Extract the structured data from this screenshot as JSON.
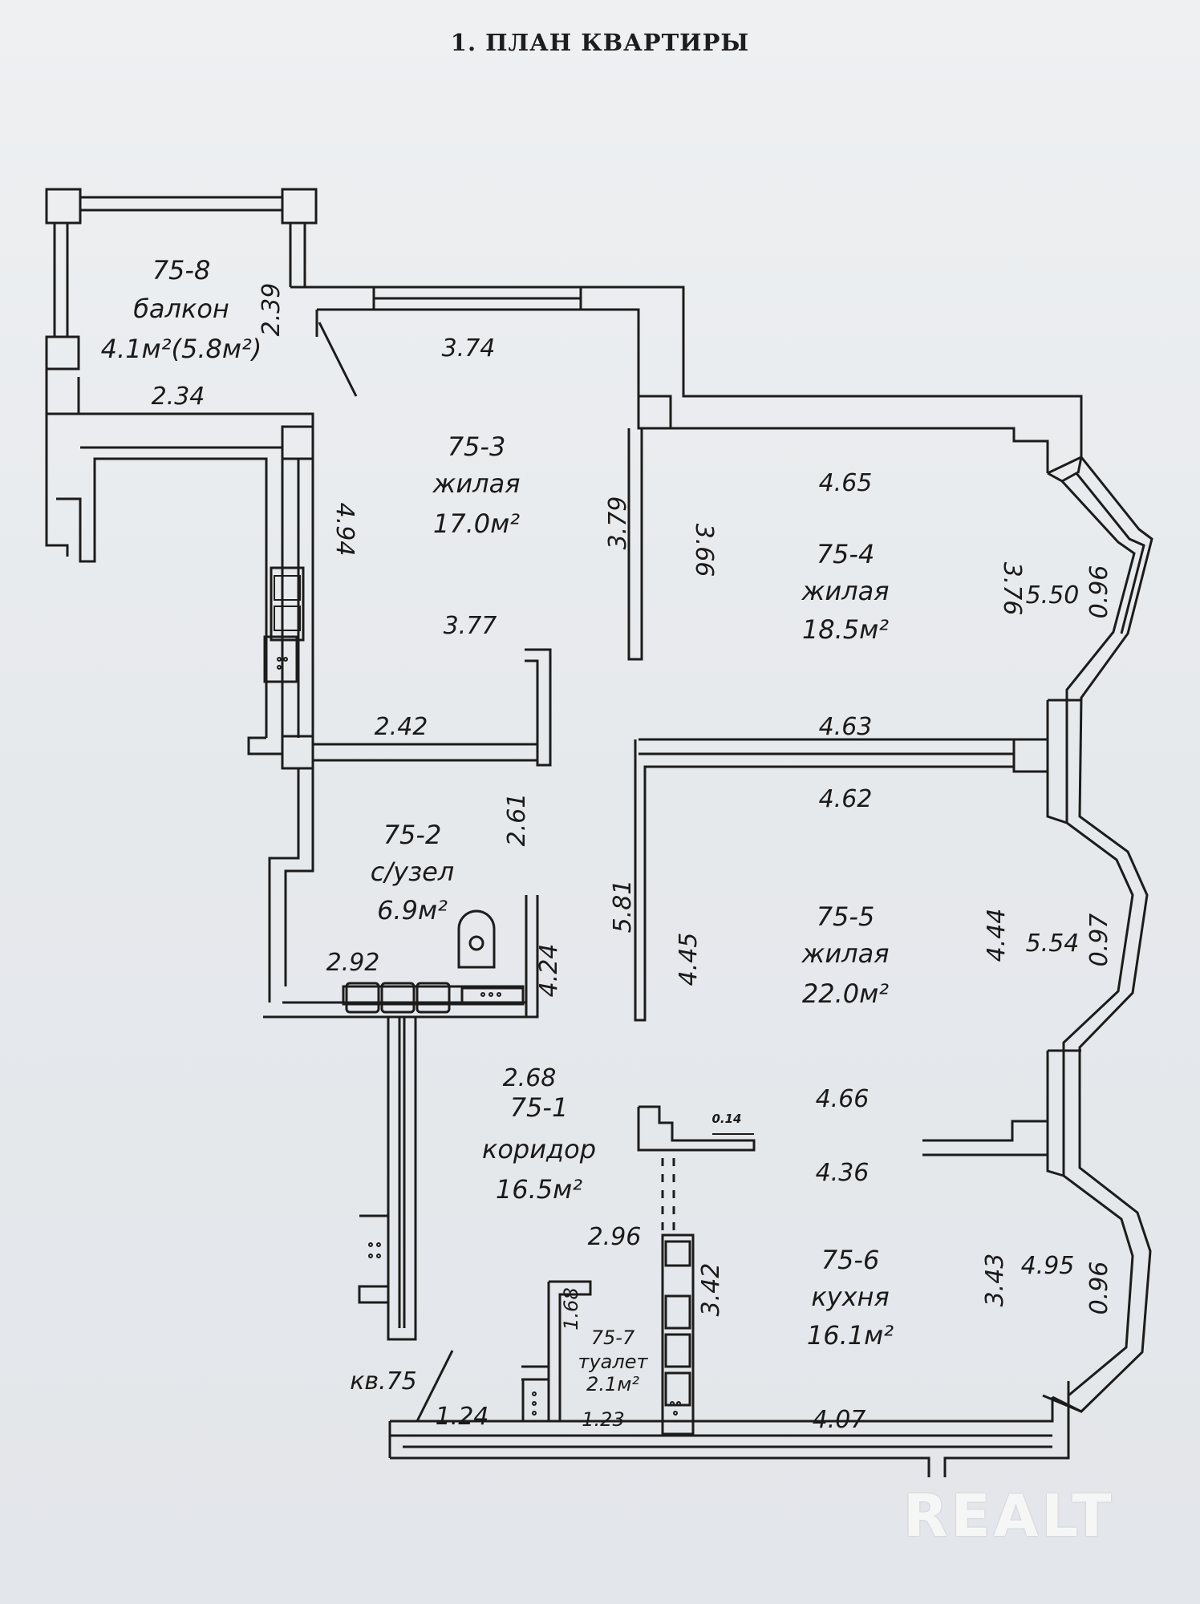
{
  "title": "1. ПЛАН КВАРТИРЫ",
  "rooms": {
    "balcony": {
      "id": "75-8",
      "name": "балкон",
      "area": "4.1м²(5.8м²)"
    },
    "living1": {
      "id": "75-3",
      "name": "жилая",
      "area": "17.0м²"
    },
    "living2": {
      "id": "75-4",
      "name": "жилая",
      "area": "18.5м²"
    },
    "bath": {
      "id": "75-2",
      "name": "с/узел",
      "area": "6.9м²"
    },
    "living3": {
      "id": "75-5",
      "name": "жилая",
      "area": "22.0м²"
    },
    "corridor": {
      "id": "75-1",
      "name": "коридор",
      "area": "16.5м²"
    },
    "kitchen": {
      "id": "75-6",
      "name": "кухня",
      "area": "16.1м²"
    },
    "toilet": {
      "id": "75-7",
      "name": "туалет",
      "area": "2.1м²"
    }
  },
  "dimensions": {
    "d_239": "2.39",
    "d_374": "3.74",
    "d_234": "2.34",
    "d_494": "4.94",
    "d_379": "3.79",
    "d_366": "3.66",
    "d_465": "4.65",
    "d_376": "3.76",
    "d_550": "5.50",
    "d_096a": "0.96",
    "d_377": "3.77",
    "d_242": "2.42",
    "d_463": "4.63",
    "d_261": "2.61",
    "d_462": "4.62",
    "d_581": "5.81",
    "d_445": "4.45",
    "d_444": "4.44",
    "d_554": "5.54",
    "d_097": "0.97",
    "d_292": "2.92",
    "d_424": "4.24",
    "d_268": "2.68",
    "d_466": "4.66",
    "d_014": "0.14",
    "d_436": "4.36",
    "d_296": "2.96",
    "d_342": "3.42",
    "d_343": "3.43",
    "d_495": "4.95",
    "d_096b": "0.96",
    "d_168": "1.68",
    "d_124": "1.24",
    "d_123": "1.23",
    "d_407": "4.07"
  },
  "apartment_label": "кв.75",
  "watermark": "REALT"
}
